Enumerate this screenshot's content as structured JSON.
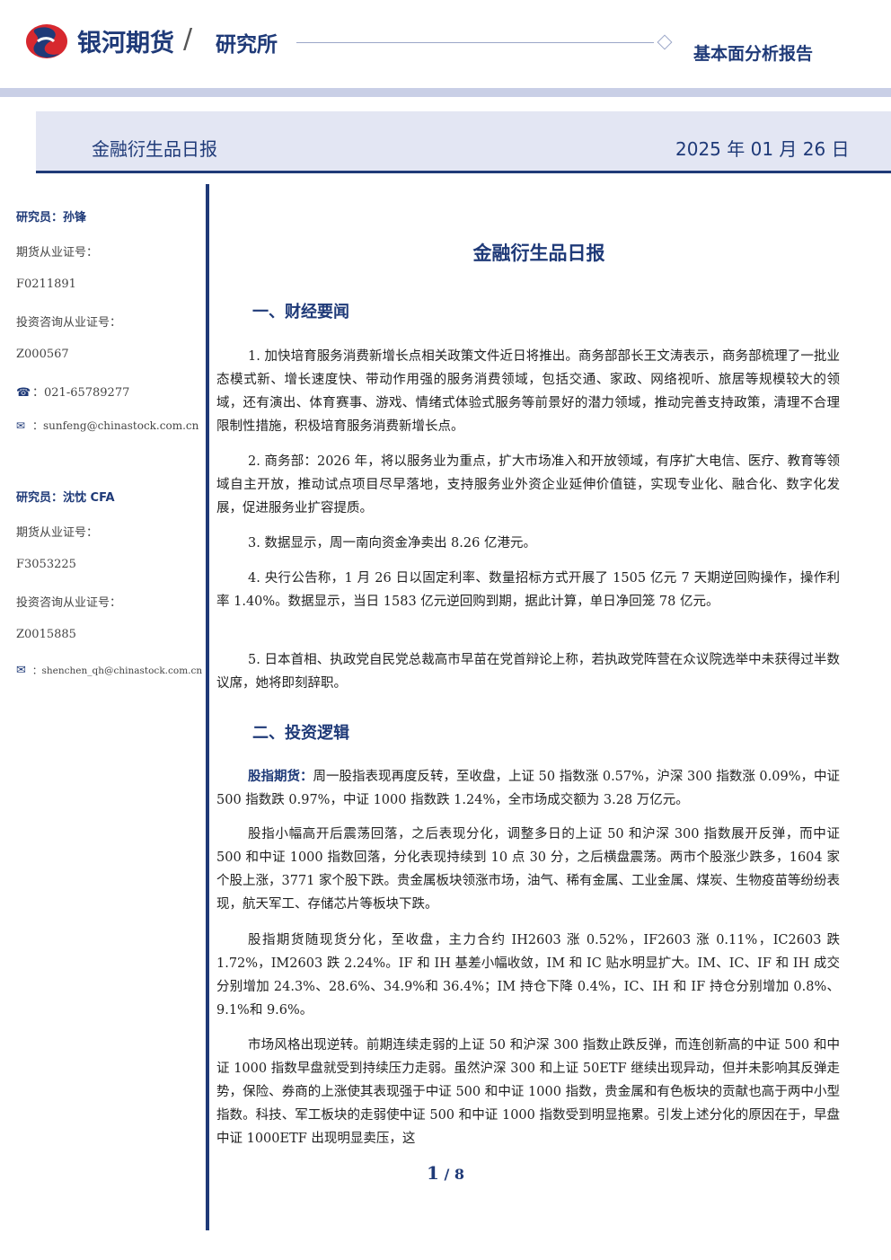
{
  "header": {
    "brand": "银河期货",
    "slash": "/",
    "department": "研究所",
    "report_type": "基本面分析报告",
    "logo_icon": "galaxy-logo-icon"
  },
  "title_bar": {
    "title": "金融衍生品日报",
    "date": "2025 年 01 月 26 日"
  },
  "sidebar": {
    "analysts": [
      {
        "name_line": "研究员：孙锋",
        "futures_label": "期货从业证号：",
        "futures_id": "F0211891",
        "consult_label": "投资咨询从业证号：",
        "consult_id": "Z000567",
        "phone": "：021-65789277",
        "email": "：sunfeng@chinastock.com.cn"
      },
      {
        "name_line": "研究员：沈忱 CFA",
        "futures_label": "期货从业证号：",
        "futures_id": "F3053225",
        "consult_label": "投资咨询从业证号：",
        "consult_id": "Z0015885",
        "email": "：shenchen_qh@chinastock.com.cn"
      }
    ]
  },
  "main": {
    "title": "金融衍生品日报",
    "section1": {
      "heading": "一、财经要闻",
      "items": [
        "1. 加快培育服务消费新增长点相关政策文件近日将推出。商务部部长王文涛表示，商务部梳理了一批业态模式新、增长速度快、带动作用强的服务消费领域，包括交通、家政、网络视听、旅居等规模较大的领域，还有演出、体育赛事、游戏、情绪式体验式服务等前景好的潜力领域，推动完善支持政策，清理不合理限制性措施，积极培育服务消费新增长点。",
        "2. 商务部：2026 年，将以服务业为重点，扩大市场准入和开放领域，有序扩大电信、医疗、教育等领域自主开放，推动试点项目尽早落地，支持服务业外资企业延伸价值链，实现专业化、融合化、数字化发展，促进服务业扩容提质。",
        "3. 数据显示，周一南向资金净卖出 8.26 亿港元。",
        "4. 央行公告称，1 月 26 日以固定利率、数量招标方式开展了 1505 亿元 7 天期逆回购操作，操作利率 1.40%。数据显示，当日 1583 亿元逆回购到期，据此计算，单日净回笼 78 亿元。",
        "5. 日本首相、执政党自民党总裁高市早苗在党首辩论上称，若执政党阵营在众议院选举中未获得过半数议席，她将即刻辞职。"
      ]
    },
    "section2": {
      "heading": "二、投资逻辑",
      "lead_label": "股指期货：",
      "lead_text": "周一股指表现再度反转，至收盘，上证 50 指数涨 0.57%，沪深 300 指数涨 0.09%，中证 500 指数跌 0.97%，中证 1000 指数跌 1.24%，全市场成交额为 3.28 万亿元。",
      "paragraphs": [
        "股指小幅高开后震荡回落，之后表现分化，调整多日的上证 50 和沪深 300 指数展开反弹，而中证 500 和中证 1000 指数回落，分化表现持续到 10 点 30 分，之后横盘震荡。两市个股涨少跌多，1604 家个股上涨，3771 家个股下跌。贵金属板块领涨市场，油气、稀有金属、工业金属、煤炭、生物疫苗等纷纷表现，航天军工、存储芯片等板块下跌。",
        "股指期货随现货分化，至收盘，主力合约 IH2603 涨 0.52%，IF2603 涨 0.11%，IC2603 跌 1.72%，IM2603 跌 2.24%。IF 和 IH 基差小幅收敛，IM 和 IC 贴水明显扩大。IM、IC、IF 和 IH 成交分别增加 24.3%、28.6%、34.9%和 36.4%；IM 持仓下降 0.4%，IC、IH 和 IF 持仓分别增加 0.8%、9.1%和 9.6%。",
        "市场风格出现逆转。前期连续走弱的上证 50 和沪深 300 指数止跌反弹，而连创新高的中证 500 和中证 1000 指数早盘就受到持续压力走弱。虽然沪深 300 和上证 50ETF 继续出现异动，但并未影响其反弹走势，保险、券商的上涨使其表现强于中证 500 和中证 1000 指数，贵金属和有色板块的贡献也高于两中小型指数。科技、军工板块的走弱使中证 500 和中证 1000 指数受到明显拖累。引发上述分化的原因在于，早盘中证 1000ETF 出现明显卖压，这"
      ]
    }
  },
  "footer": {
    "page_current": "1",
    "page_sep": "/",
    "page_total": "8"
  },
  "colors": {
    "brand_blue": "#1f3a78",
    "brand_red": "#d7282f",
    "band": "#c9cfe6",
    "title_bar_bg": "#e3e6f3"
  }
}
